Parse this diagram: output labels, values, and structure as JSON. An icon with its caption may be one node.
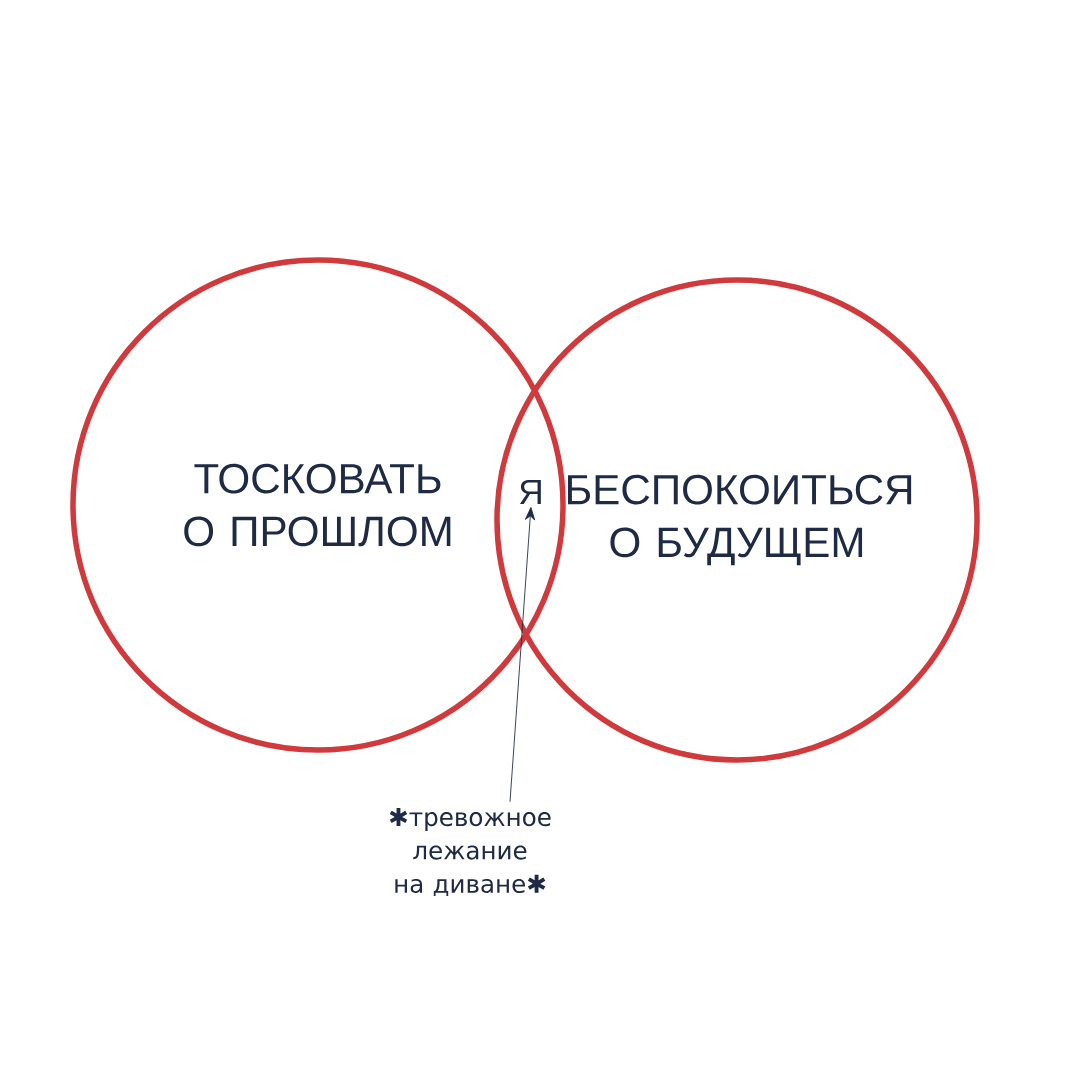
{
  "diagram": {
    "nodes": [
      {
        "text": [
          "ТОСКОВАТЬ О ПРОШЛОМ"
        ]
      },
      {
        "text": [
          "БЕСПОКОИТЬСЯ О БУДУЩЕМ"
        ]
      },
      {
        "text": [
          "Я"
        ]
      },
      {
        "text": [
          "✱тревожное лежание на диване✱"
        ]
      }
    ],
    "edges": [
      {
        "from": 3,
        "to": 2,
        "arrow": "to"
      }
    ]
  }
}
